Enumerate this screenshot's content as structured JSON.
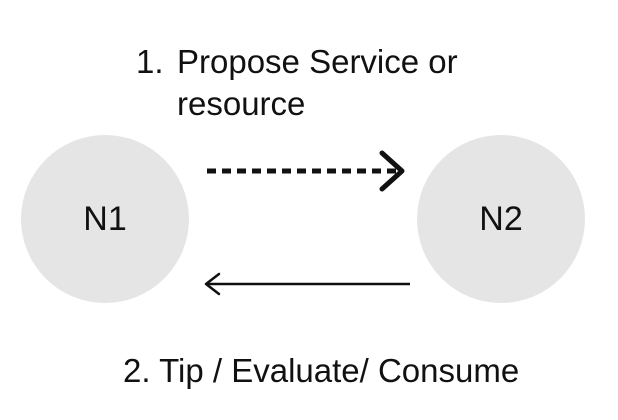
{
  "nodes": {
    "n1": {
      "label": "N1"
    },
    "n2": {
      "label": "N2"
    }
  },
  "steps": {
    "propose": {
      "number": "1.",
      "text": "Propose Service or resource"
    },
    "tip": {
      "text": "2. Tip / Evaluate/ Consume"
    }
  },
  "colors": {
    "node_fill": "#e5e5e5",
    "stroke": "#111111",
    "background": "#ffffff"
  }
}
